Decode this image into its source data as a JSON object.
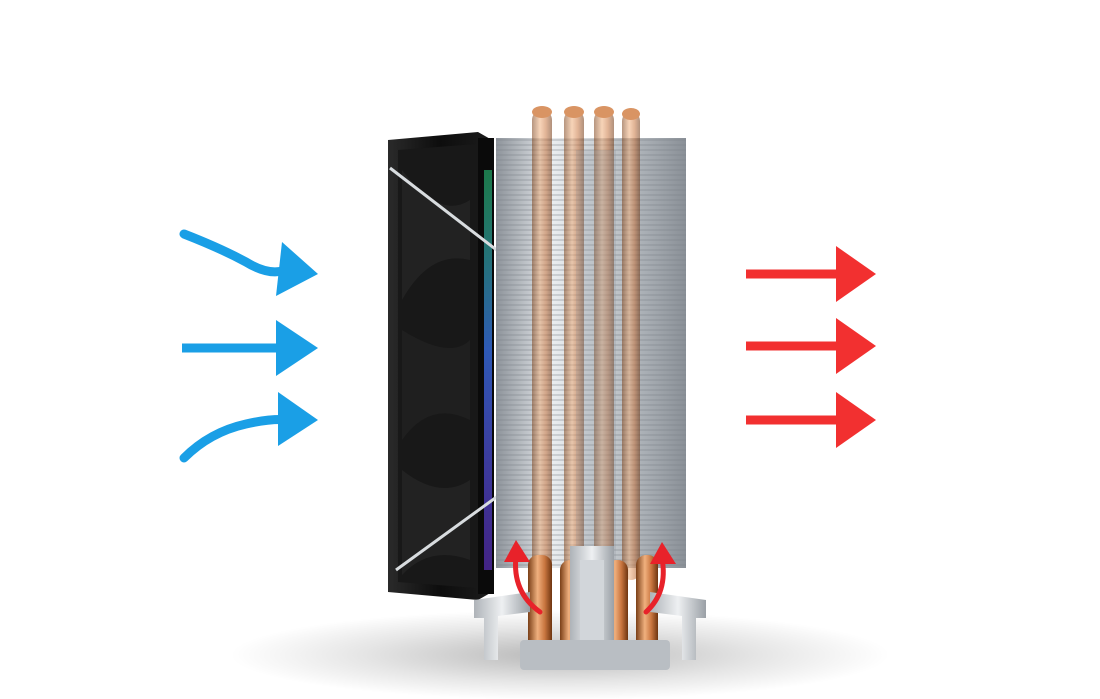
{
  "scene": {
    "subject": "cpu-tower-cooler",
    "colors": {
      "background": "#ffffff",
      "intake_arrow": "#1a9fe6",
      "exhaust_arrow": "#f23030",
      "heat_rise_arrow": "#e8222a",
      "fan_frame": "#121212",
      "fin": "#c9cdd2",
      "heatpipe_copper": "#c8753f",
      "fan_led_glow": "#3d7bff"
    },
    "icons": {
      "intake": "curved-and-straight-arrow-right-icon",
      "exhaust": "straight-arrow-right-icon",
      "heat_rise": "curved-arrow-up-icon"
    },
    "intake_arrow_count": 3,
    "exhaust_arrow_count": 3,
    "heatpipe_count": 4,
    "heat_rise_arrow_count": 2
  }
}
